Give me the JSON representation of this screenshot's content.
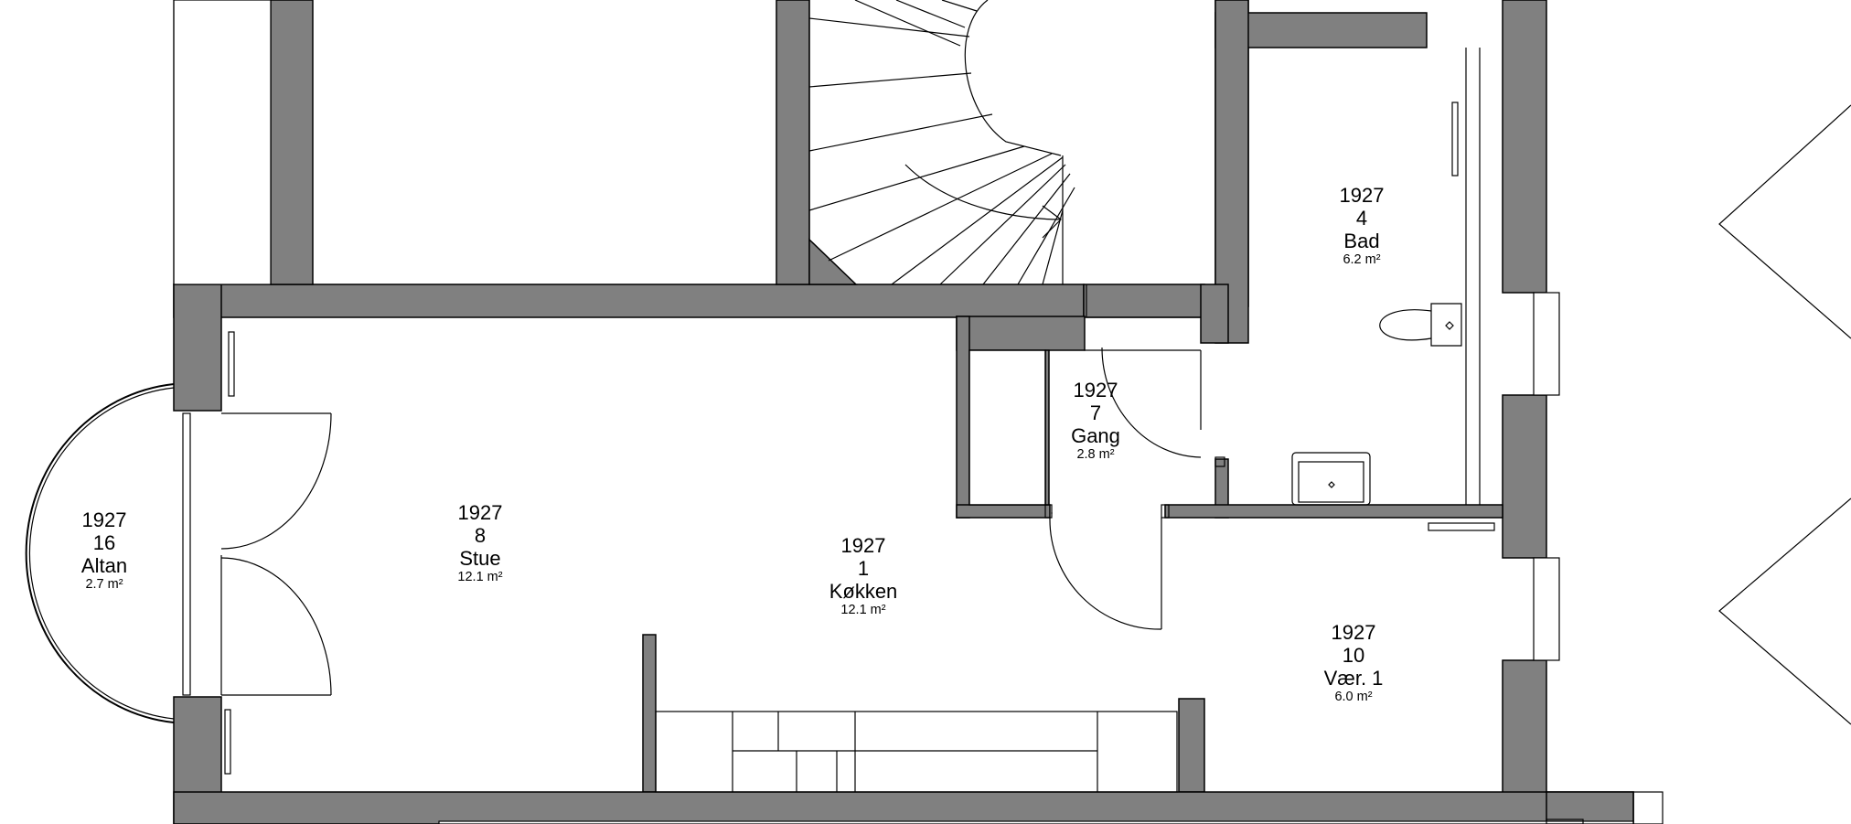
{
  "colors": {
    "wall": "#808080",
    "line": "#000000",
    "background": "#ffffff"
  },
  "rooms": [
    {
      "id": "altan",
      "floor": "1927",
      "number": "16",
      "name": "Altan",
      "area": "2.7 m²"
    },
    {
      "id": "stue",
      "floor": "1927",
      "number": "8",
      "name": "Stue",
      "area": "12.1 m²"
    },
    {
      "id": "kokken",
      "floor": "1927",
      "number": "1",
      "name": "Køkken",
      "area": "12.1 m²"
    },
    {
      "id": "gang",
      "floor": "1927",
      "number": "7",
      "name": "Gang",
      "area": "2.8 m²"
    },
    {
      "id": "bad",
      "floor": "1927",
      "number": "4",
      "name": "Bad",
      "area": "6.2 m²"
    },
    {
      "id": "vaer1",
      "floor": "1927",
      "number": "10",
      "name": "Vær. 1",
      "area": "6.0 m²"
    }
  ]
}
